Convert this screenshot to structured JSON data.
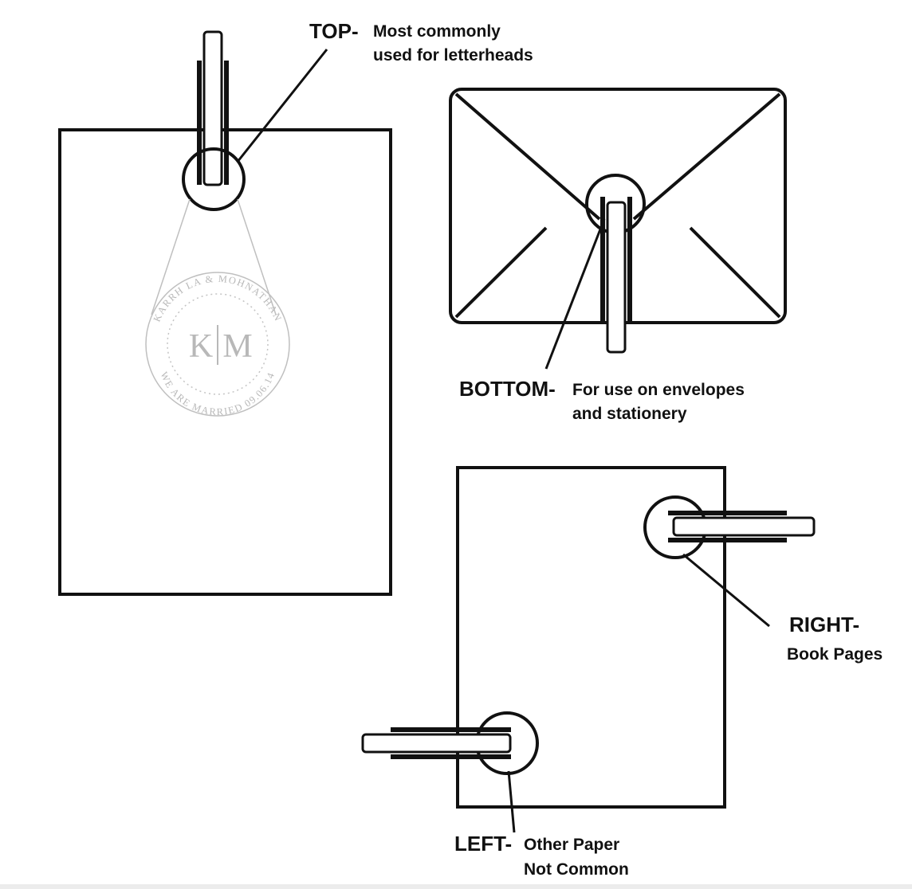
{
  "labels": {
    "top": {
      "heading": "TOP-",
      "line1": "Most commonly",
      "line2": "used for letterheads"
    },
    "bottom": {
      "heading": "BOTTOM-",
      "line1": "For use on envelopes",
      "line2": "and stationery"
    },
    "right": {
      "heading": "RIGHT-",
      "line1": "Book Pages"
    },
    "left": {
      "heading": "LEFT-",
      "line1": "Other Paper",
      "line2": "Not Common"
    }
  },
  "seal": {
    "monogram_left": "K",
    "monogram_right": "M",
    "ring_top": "KARRH LA & MOHNATHAN",
    "ring_bottom": "WE ARE MARRIED 09.06.14"
  },
  "colors": {
    "ink": "#111111",
    "seal": "#b8b8b8",
    "background": "#ffffff"
  }
}
